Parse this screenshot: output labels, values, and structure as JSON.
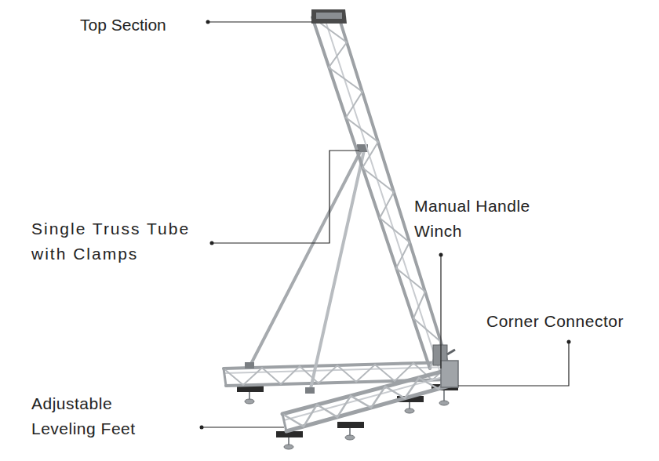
{
  "diagram": {
    "labels": [
      "Top Section",
      "Single Truss Tube with Clamps",
      "Manual Handle Winch",
      "Corner Connector",
      "Adjustable Leveling Feet"
    ]
  }
}
